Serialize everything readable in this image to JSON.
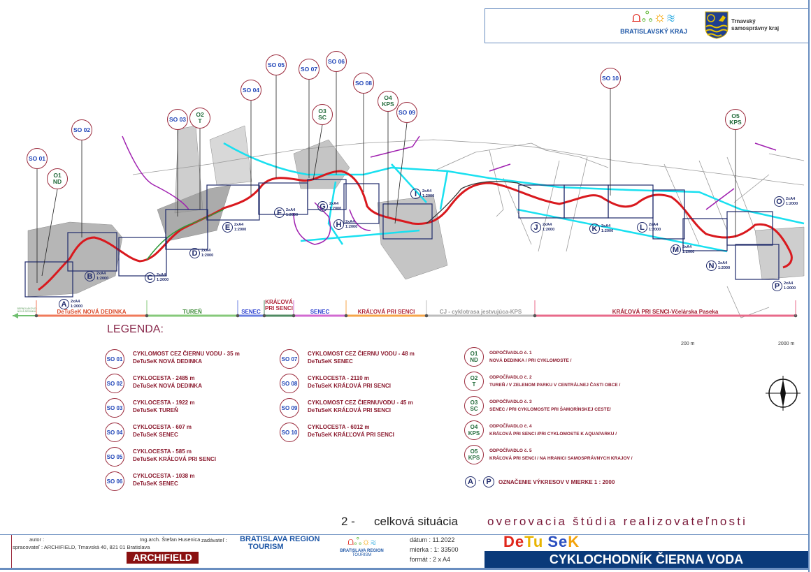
{
  "header": {
    "logo_bk": {
      "glyphs": "lnl ∞ ☼ ≋",
      "name": "BRATISLAVSKÝ KRAJ"
    },
    "logo_tt": {
      "name_line1": "Trnavský",
      "name_line2": "samosprávny kraj"
    }
  },
  "map": {
    "callouts": [
      {
        "id": "SO01",
        "l1": "SO 01",
        "l2": "",
        "type": "so"
      },
      {
        "id": "O1",
        "l1": "O1",
        "l2": "ND",
        "type": "o"
      },
      {
        "id": "SO02",
        "l1": "SO 02",
        "l2": "",
        "type": "so"
      },
      {
        "id": "SO03",
        "l1": "SO 03",
        "l2": "",
        "type": "so"
      },
      {
        "id": "O2",
        "l1": "O2",
        "l2": "T",
        "type": "o"
      },
      {
        "id": "SO04",
        "l1": "SO 04",
        "l2": "",
        "type": "so"
      },
      {
        "id": "SO05",
        "l1": "SO 05",
        "l2": "",
        "type": "so"
      },
      {
        "id": "SO07",
        "l1": "SO 07",
        "l2": "",
        "type": "so"
      },
      {
        "id": "SO06",
        "l1": "SO 06",
        "l2": "",
        "type": "so"
      },
      {
        "id": "O3",
        "l1": "O3",
        "l2": "SC",
        "type": "o"
      },
      {
        "id": "SO08",
        "l1": "SO 08",
        "l2": "",
        "type": "so"
      },
      {
        "id": "O4",
        "l1": "O4",
        "l2": "KPS",
        "type": "o"
      },
      {
        "id": "SO09",
        "l1": "SO 09",
        "l2": "",
        "type": "so"
      },
      {
        "id": "SO10",
        "l1": "SO 10",
        "l2": "",
        "type": "so"
      },
      {
        "id": "O5",
        "l1": "O5",
        "l2": "KPS",
        "type": "o"
      }
    ],
    "sheets": [
      {
        "letter": "A",
        "format": "2xA4",
        "scale": "1:2000"
      },
      {
        "letter": "B",
        "format": "2xA4",
        "scale": "1:2000"
      },
      {
        "letter": "C",
        "format": "2xA4",
        "scale": "1:2000"
      },
      {
        "letter": "D",
        "format": "2xA4",
        "scale": "1:2000"
      },
      {
        "letter": "E",
        "format": "2xA4",
        "scale": "1:2000"
      },
      {
        "letter": "F",
        "format": "2xA4",
        "scale": "1:2000"
      },
      {
        "letter": "G",
        "format": "2xA4",
        "scale": "1:2000"
      },
      {
        "letter": "H",
        "format": "2xA4",
        "scale": "1:2000"
      },
      {
        "letter": "I",
        "format": "2xA4",
        "scale": "1:2000"
      },
      {
        "letter": "J",
        "format": "2xA4",
        "scale": "1:2000"
      },
      {
        "letter": "K",
        "format": "2xA4",
        "scale": "1:2000"
      },
      {
        "letter": "L",
        "format": "2xA4",
        "scale": "1:2000"
      },
      {
        "letter": "M",
        "format": "2xA4",
        "scale": "1:2000"
      },
      {
        "letter": "N",
        "format": "2xA4",
        "scale": "1:2000"
      },
      {
        "letter": "O",
        "format": "2xA4",
        "scale": "1:2000"
      },
      {
        "letter": "P",
        "format": "2xA4",
        "scale": "1:2000"
      }
    ],
    "strip": {
      "arrow_label": "BERNOLÁKOVO NOVÁ DEDINKA",
      "segments": [
        {
          "label": "DeTuSeK  NOVÁ DEDINKA",
          "color": "#f07a5a",
          "text_color": "#d94a2a"
        },
        {
          "label": "TUREŇ",
          "color": "#86c97a",
          "text_color": "#3f8c3a"
        },
        {
          "label": "SENEC",
          "color": "#6b7fe0",
          "text_color": "#2a3fd0"
        },
        {
          "label": "KRÁĽOVÁ PRI SENCI",
          "color": "#4f8a62",
          "text_color": "#b0283a"
        },
        {
          "label": "SENEC",
          "color": "#d26ad2",
          "text_color": "#2a3fd0"
        },
        {
          "label": "KRÁĽOVÁ PRI SENCI",
          "color": "#f6a64a",
          "text_color": "#b0283a"
        },
        {
          "label": "CJ - cyklotrasa jestvujúca-KPS",
          "color": "#bdbdbd",
          "text_color": "#999999"
        },
        {
          "label": "KRÁĽOVÁ PRI SENCI-Včelárska Paseka",
          "color": "#e86a8a",
          "text_color": "#a01a2e"
        }
      ]
    },
    "scale_bar": {
      "left": "200 m",
      "right": "2000 m"
    }
  },
  "legend": {
    "title": "LEGENDA:",
    "so_items": [
      {
        "code": "SO 01",
        "line1": "CYKLOMOST CEZ ČIERNU VODU - 35 m",
        "line2": "DeTuSeK  NOVÁ DEDINKA"
      },
      {
        "code": "SO 02",
        "line1": "CYKLOCESTA  -  2485 m",
        "line2": "DeTuSeK  NOVÁ DEDINKA"
      },
      {
        "code": "SO 03",
        "line1": "CYKLOCESTA -  1922 m",
        "line2": "DeTuSeK  TUREŇ"
      },
      {
        "code": "SO 04",
        "line1": "CYKLOCESTA  -  607 m",
        "line2": "DeTuSeK  SENEC"
      },
      {
        "code": "SO 05",
        "line1": "CYKLOCESTA  -  585 m",
        "line2": "DeTuSeK  KRÁĽOVÁ PRI SENCI"
      },
      {
        "code": "SO 06",
        "line1": "CYKLOCESTA  -  1038 m",
        "line2": "DeTuSeK  SENEC"
      },
      {
        "code": "SO 07",
        "line1": "CYKLOMOST CEZ ČIERNU VODU - 48 m",
        "line2": "DeTuSeK  SENEC"
      },
      {
        "code": "SO 08",
        "line1": "CYKLOCESTA  -  2110 m",
        "line2": "DeTuSeK  KRÁĽOVÁ PRI SENCI"
      },
      {
        "code": "SO 09",
        "line1": "CYKLOMOST CEZ ČIERNUVODU - 45 m",
        "line2": "DeTuSeK  KRÁĽOVÁ PRI SENCI"
      },
      {
        "code": "SO 10",
        "line1": "CYKLOCESTA  -  6012 m",
        "line2": "DeTuSeK  KRÁĽĽOVÁ PRI SENCI"
      }
    ],
    "rest_items": [
      {
        "c1": "O1",
        "c2": "ND",
        "line1": "ODPOČÍVADLO č. 1",
        "line2": "NOVÁ DEDINKA  / PRI CYKLOMOSTE /"
      },
      {
        "c1": "O2",
        "c2": "T",
        "line1": "ODPOČÍVADLO č. 2",
        "line2": "TUREŇ  / V ZELENOM PARKU V CENTRÁLNEJ ČASTI OBCE /"
      },
      {
        "c1": "O3",
        "c2": "SC",
        "line1": "ODPOČÍVADLO č. 3",
        "line2": "SENEC  / PRI CYKLOMOSTE PRI ŠAMORÍNSKEJ CESTE/"
      },
      {
        "c1": "O4",
        "c2": "KPS",
        "line1": "ODPOČÍVADLO č. 4",
        "line2": "KRÁĽOVÁ PRI SENCI  /PRI CYKLOMOSTE K AQUAPARKU /"
      },
      {
        "c1": "O5",
        "c2": "KPS",
        "line1": "ODPOČÍVADLO č. 5",
        "line2": "KRÁĽOVÁ PRI SENCI  / NA HRANICI SAMOSPRÁVNYCH KRAJOV /"
      }
    ],
    "sheets_marker": {
      "from": "A",
      "dash": "-",
      "to": "P",
      "text": "OZNAČENIE VÝKRESOV V MIERKE  1 : 2000"
    }
  },
  "title_line": {
    "number": "2  -",
    "name": "celková situácia",
    "study": "overovacia štúdia realizovateľnosti"
  },
  "footer": {
    "autor_label": "autor            :",
    "autor": "Ing.arch. Štefan Husenica",
    "spracovatel": "spracovateľ : ARCHIFIELD, Trnavská 40, 821 01 Bratislava",
    "archifield": "ARCHIFIELD",
    "zadavatel_label": "zadávateľ :",
    "zadavatel_l1": "BRATISLAVA REGION",
    "zadavatel_l2": "TOURISM",
    "brt_logo_l1": "BRATISLAVA REGION",
    "brt_logo_l2": "TOURISM",
    "datum": "dátum :  11.2022",
    "mierka": "mierka :  1: 33500",
    "format": "formát :  2 x A4",
    "detusek": [
      {
        "t": "De",
        "c": "#e0261b"
      },
      {
        "t": "Tu",
        "c": "#e8b400"
      },
      {
        "t": "Se",
        "c": "#2a4fc0"
      },
      {
        "t": "K",
        "c": "#f4a30a"
      }
    ],
    "project": "CYKLOCHODNÍK ČIERNA VODA"
  }
}
